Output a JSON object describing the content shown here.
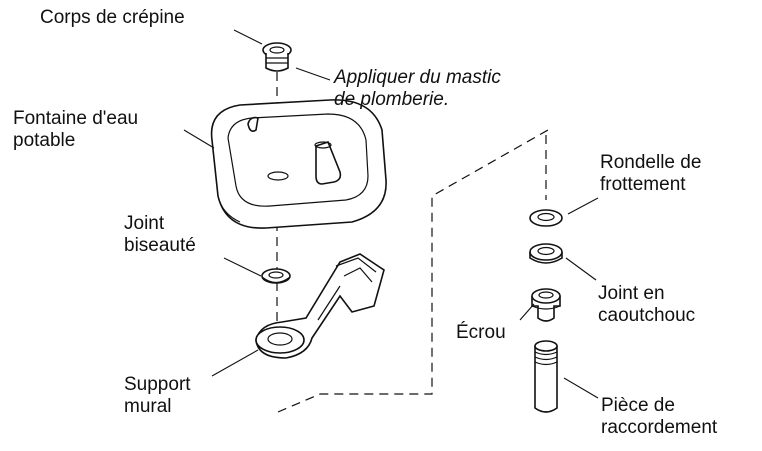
{
  "labels": {
    "strainer_body": "Corps de crépine",
    "mastic_note_line1": "Appliquer du mastic",
    "mastic_note_line2": "de plomberie.",
    "fountain_line1": "Fontaine d'eau",
    "fountain_line2": "potable",
    "beveled_gasket_line1": "Joint",
    "beveled_gasket_line2": "biseauté",
    "wall_bracket_line1": "Support",
    "wall_bracket_line2": "mural",
    "friction_washer_line1": "Rondelle de",
    "friction_washer_line2": "frottement",
    "rubber_gasket_line1": "Joint en",
    "rubber_gasket_line2": "caoutchouc",
    "nut": "Écrou",
    "tailpiece_line1": "Pièce de",
    "tailpiece_line2": "raccordement"
  }
}
